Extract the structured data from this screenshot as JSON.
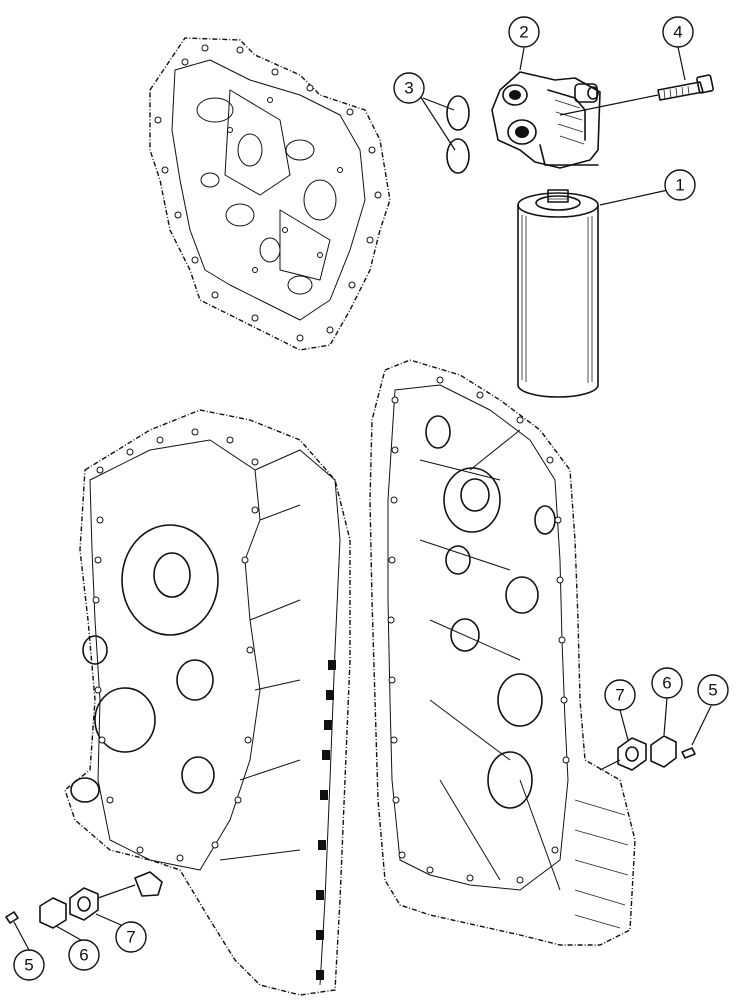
{
  "diagram": {
    "callouts": [
      {
        "id": "c1",
        "label": "1",
        "part": "filter-cartridge"
      },
      {
        "id": "c2",
        "label": "2",
        "part": "filter-head"
      },
      {
        "id": "c3",
        "label": "3",
        "part": "o-rings"
      },
      {
        "id": "c4",
        "label": "4",
        "part": "cap-screw"
      },
      {
        "id": "c5r",
        "label": "5",
        "part": "bolt-right"
      },
      {
        "id": "c6r",
        "label": "6",
        "part": "cover-plate-right"
      },
      {
        "id": "c7r",
        "label": "7",
        "part": "gasket-right"
      },
      {
        "id": "c5l",
        "label": "5",
        "part": "bolt-left"
      },
      {
        "id": "c6l",
        "label": "6",
        "part": "cover-plate-left"
      },
      {
        "id": "c7l",
        "label": "7",
        "part": "gasket-left"
      }
    ]
  }
}
